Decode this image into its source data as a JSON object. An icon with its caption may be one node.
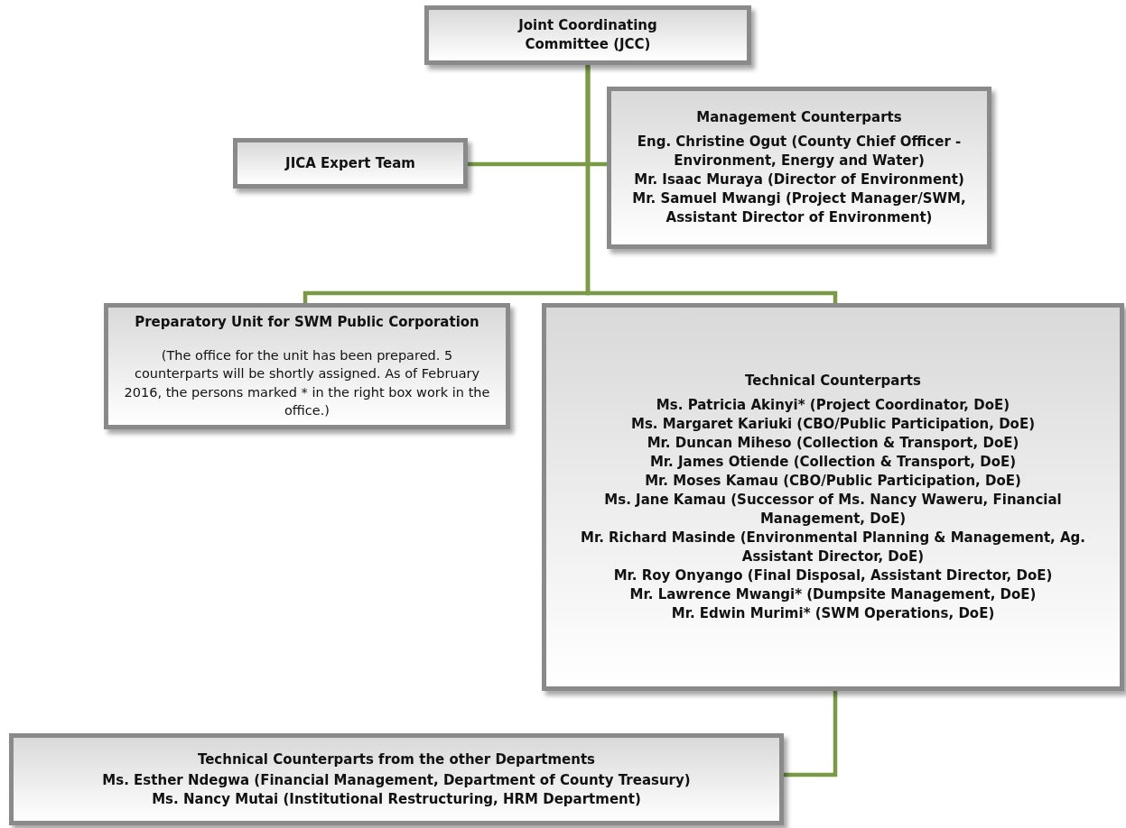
{
  "diagram": {
    "nodes": [
      {
        "text": [
          "Joint Coordinating Committee (JCC)"
        ]
      },
      {
        "text": [
          "JICA Expert Team"
        ]
      },
      {
        "text": [
          "Management Counterparts",
          "Eng. Christine Ogut (County Chief Officer - Environment, Energy and Water)",
          "Mr. Isaac Muraya (Director of Environment)",
          "Mr. Samuel Mwangi (Project Manager/SWM, Assistant Director of Environment)"
        ]
      },
      {
        "text": [
          "Preparatory Unit for SWM Public Corporation",
          "(The office for the unit has been prepared. 5 counterparts will be shortly assigned. As of February 2016, the persons marked * in the right box work in the office.)"
        ]
      },
      {
        "text": [
          "Technical Counterparts",
          "Ms. Patricia Akinyi* (Project Coordinator, DoE)",
          "Ms. Margaret Kariuki (CBO/Public Participation, DoE)",
          "Mr. Duncan Miheso (Collection & Transport, DoE)",
          "Mr. James Otiende (Collection & Transport, DoE)",
          "Mr. Moses Kamau (CBO/Public Participation, DoE)",
          "Ms. Jane Kamau (Successor of Ms. Nancy Waweru, Financial Management, DoE)",
          "Mr. Richard Masinde (Environmental Planning & Management, Ag. Assistant Director, DoE)",
          "Mr. Roy Onyango (Final Disposal, Assistant Director, DoE)",
          "Mr. Lawrence Mwangi* (Dumpsite Management, DoE)",
          "Mr. Edwin Murimi* (SWM Operations, DoE)"
        ]
      },
      {
        "text": [
          "Technical Counterparts from the other Departments",
          "Ms. Esther Ndegwa (Financial Management, Department of County Treasury)",
          "Ms. Nancy Mutai (Institutional Restructuring, HRM Department)"
        ]
      }
    ],
    "edges": [
      {
        "from": 0,
        "to": 1,
        "arrow": "none"
      },
      {
        "from": 0,
        "to": 2,
        "arrow": "none"
      },
      {
        "from": 0,
        "to": 3,
        "arrow": "none"
      },
      {
        "from": 0,
        "to": 4,
        "arrow": "none"
      },
      {
        "from": 4,
        "to": 5,
        "arrow": "none"
      }
    ]
  }
}
